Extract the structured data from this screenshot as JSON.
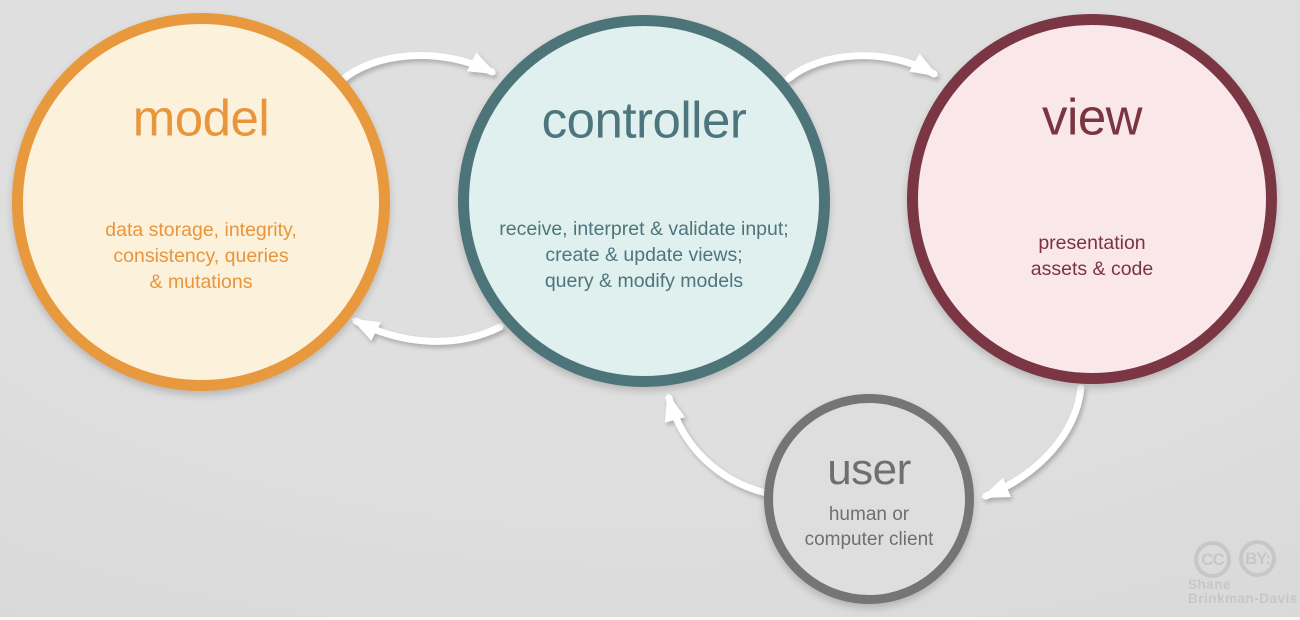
{
  "canvas": {
    "background_color": "#dadada",
    "arrow_color": "#ffffff"
  },
  "nodes": {
    "model": {
      "title": "model",
      "description": "data storage, integrity,\nconsistency, queries\n& mutations",
      "colors": {
        "border": "#e8993d",
        "fill": "#fcf1db",
        "text": "#e8953c"
      }
    },
    "controller": {
      "title": "controller",
      "description": "receive, interpret & validate input;\ncreate & update views;\nquery & modify models",
      "colors": {
        "border": "#4d7478",
        "fill": "#e0f0ee",
        "text": "#4e757d"
      }
    },
    "view": {
      "title": "view",
      "description": "presentation\nassets & code",
      "colors": {
        "border": "#7a3743",
        "fill": "#f9e7e9",
        "text": "#7a3540"
      }
    },
    "user": {
      "title": "user",
      "description": "human or\ncomputer client",
      "colors": {
        "border": "#757575",
        "fill": "#dedede",
        "text": "#6f6f6f"
      }
    }
  },
  "connections": [
    {
      "from": "model",
      "to": "controller"
    },
    {
      "from": "controller",
      "to": "view"
    },
    {
      "from": "controller",
      "to": "model"
    },
    {
      "from": "view",
      "to": "user"
    },
    {
      "from": "user",
      "to": "controller"
    }
  ],
  "attribution": {
    "cc_label": "CC",
    "by_label": "BY:",
    "name_line1": "Shane",
    "name_line2": "Brinkman-Davis",
    "color": "#c7c7c7"
  }
}
